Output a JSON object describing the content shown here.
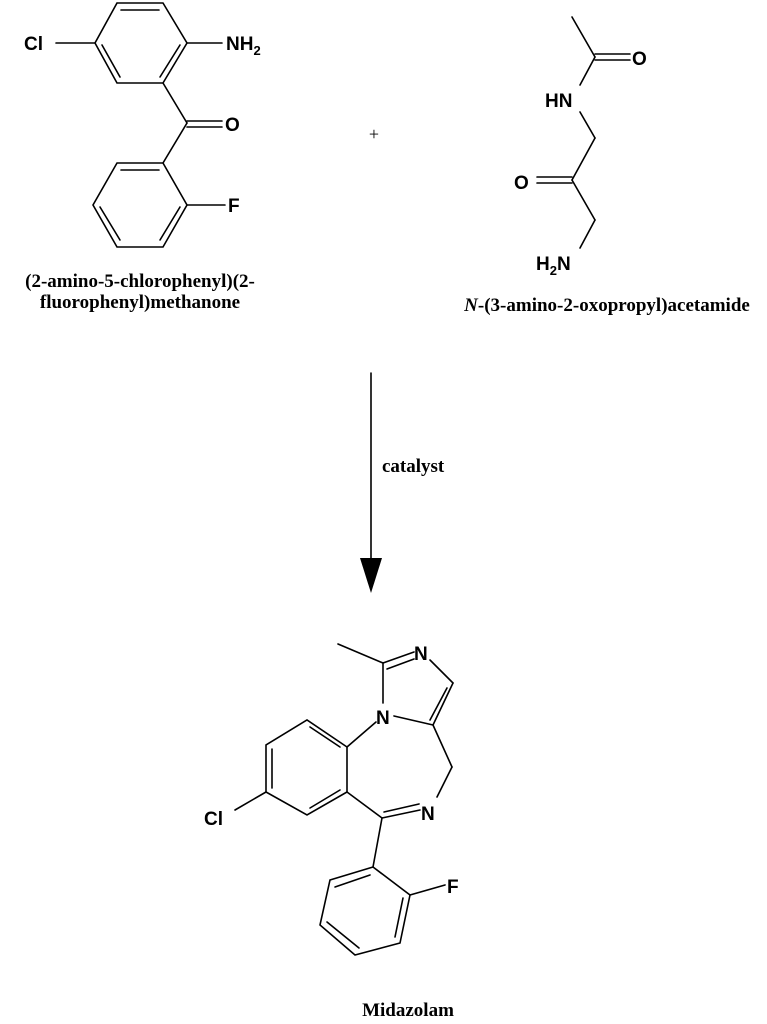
{
  "reactant1": {
    "name_line1": "(2-amino-5-chlorophenyl)(2-",
    "name_line2": "fluorophenyl)methanone",
    "atoms": {
      "cl": "Cl",
      "n": "NH",
      "n_sub": "2",
      "o": "O",
      "f": "F"
    }
  },
  "plus": "+",
  "reactant2": {
    "name_italic": "N",
    "name_rest": "-(3-amino-2-oxopropyl)acetamide",
    "atoms": {
      "o1": "O",
      "hn": "HN",
      "o2": "O",
      "h2n_h": "H",
      "h2n_sub": "2",
      "h2n_n": "N"
    }
  },
  "arrow": {
    "label": "catalyst"
  },
  "product": {
    "name": "Midazolam",
    "atoms": {
      "n3": "N",
      "n1": "N",
      "n5": "N",
      "cl": "Cl",
      "f": "F"
    }
  }
}
